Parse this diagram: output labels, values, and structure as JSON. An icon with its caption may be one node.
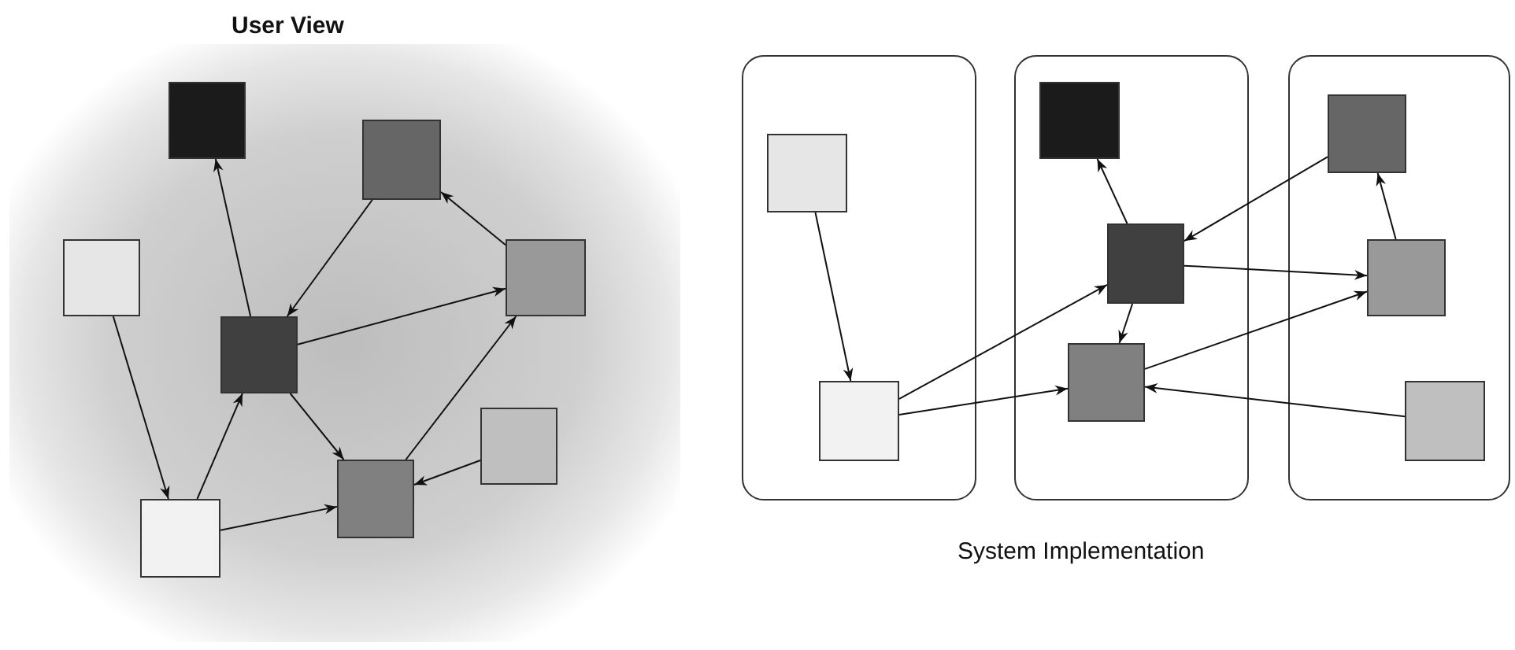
{
  "diagram": {
    "nodes": [
      {
        "text": [],
        "shape": "box"
      },
      {
        "text": [],
        "shape": "box"
      },
      {
        "text": [],
        "shape": "box"
      },
      {
        "text": [],
        "shape": "box"
      },
      {
        "text": [],
        "shape": "box"
      },
      {
        "text": [],
        "shape": "box"
      },
      {
        "text": [],
        "shape": "box"
      },
      {
        "text": [],
        "shape": "box"
      },
      {
        "text": [],
        "shape": "box"
      },
      {
        "text": [],
        "shape": "box"
      },
      {
        "text": [],
        "shape": "box"
      },
      {
        "text": [],
        "shape": "box",
        "in": 8
      },
      {
        "text": [],
        "shape": "box",
        "in": 8
      },
      {
        "text": [],
        "shape": "box",
        "in": 9
      },
      {
        "text": [],
        "shape": "box",
        "in": 9
      },
      {
        "text": [],
        "shape": "box",
        "in": 9
      },
      {
        "text": [],
        "shape": "box",
        "in": 10
      },
      {
        "text": [],
        "shape": "box",
        "in": 10
      },
      {
        "text": [],
        "shape": "box",
        "in": 10
      }
    ],
    "edges": [
      {
        "from": 4,
        "to": 0,
        "arrow": "to"
      },
      {
        "from": 1,
        "to": 4,
        "arrow": "to"
      },
      {
        "from": 4,
        "to": 3,
        "arrow": "to"
      },
      {
        "from": 3,
        "to": 1,
        "arrow": "to"
      },
      {
        "from": 2,
        "to": 7,
        "arrow": "to"
      },
      {
        "from": 7,
        "to": 4,
        "arrow": "to"
      },
      {
        "from": 4,
        "to": 6,
        "arrow": "to"
      },
      {
        "from": 6,
        "to": 3,
        "arrow": "to"
      },
      {
        "from": 7,
        "to": 6,
        "arrow": "to"
      },
      {
        "from": 5,
        "to": 6,
        "arrow": "to"
      },
      {
        "from": 11,
        "to": 12,
        "arrow": "to"
      },
      {
        "from": 12,
        "to": 14,
        "arrow": "to"
      },
      {
        "from": 14,
        "to": 13,
        "arrow": "to"
      },
      {
        "from": 16,
        "to": 14,
        "arrow": "to"
      },
      {
        "from": 14,
        "to": 17,
        "arrow": "to"
      },
      {
        "from": 17,
        "to": 16,
        "arrow": "to"
      },
      {
        "from": 14,
        "to": 15,
        "arrow": "to"
      },
      {
        "from": 12,
        "to": 15,
        "arrow": "to"
      },
      {
        "from": 15,
        "to": 17,
        "arrow": "to"
      },
      {
        "from": 18,
        "to": 15,
        "arrow": "to"
      }
    ],
    "labels": [
      "User View",
      "System Implementation"
    ]
  }
}
